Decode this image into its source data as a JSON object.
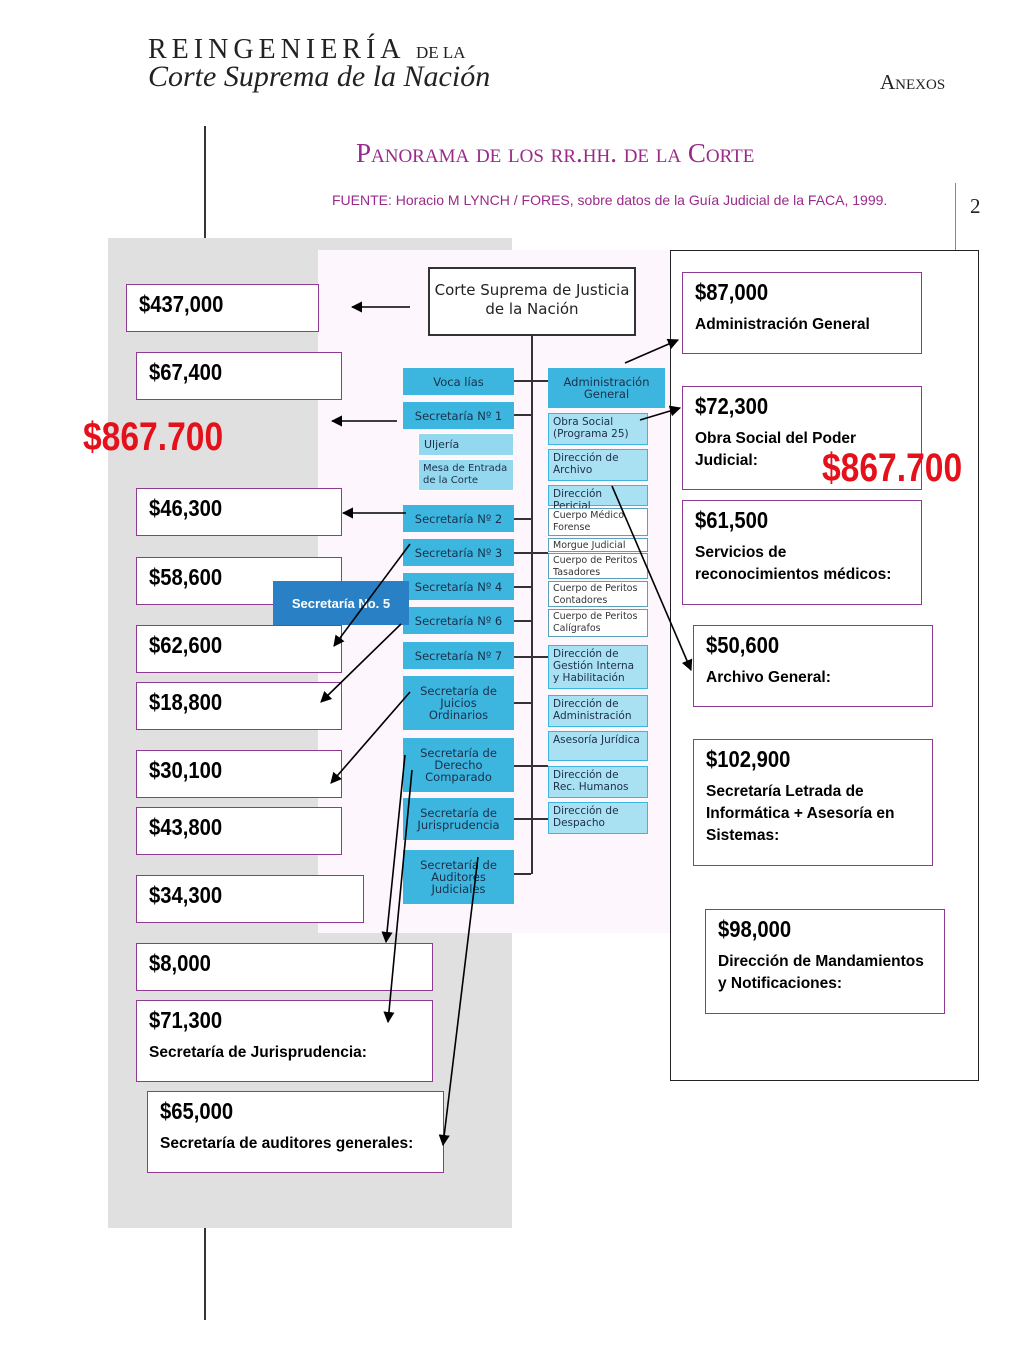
{
  "header": {
    "title_main": "Reingeniería",
    "title_small": "de la",
    "subtitle": "Corte Suprema de la Nación",
    "section": "Anexos",
    "page_number": "2"
  },
  "slide": {
    "title": "Panorama de los rr.hh. de la Corte",
    "source": "FUENTE: Horacio M LYNCH / FORES, sobre datos de la Guía Judicial de la FACA, 1999."
  },
  "totals": {
    "left": "$867.700",
    "right": "$867.700"
  },
  "left_boxes": [
    {
      "amount": "$437,000"
    },
    {
      "amount": "$67,400"
    },
    {
      "amount": "$46,300"
    },
    {
      "amount": "$58,600"
    },
    {
      "amount": "$62,600"
    },
    {
      "amount": "$18,800"
    },
    {
      "amount": "$30,100"
    },
    {
      "amount": "$43,800"
    },
    {
      "amount": "$34,300"
    },
    {
      "amount": "$8,000"
    },
    {
      "amount": "$71,300",
      "label": "Secretaría de Jurisprudencia:"
    },
    {
      "amount": "$65,000",
      "label": "Secretaría de auditores generales:"
    }
  ],
  "right_boxes": [
    {
      "amount": "$87,000",
      "label": "Administración General"
    },
    {
      "amount": "$72,300",
      "label": "Obra Social del Poder Judicial:"
    },
    {
      "amount": "$61,500",
      "label": "Servicios de reconocimientos médicos:"
    },
    {
      "amount": "$50,600",
      "label": "Archivo General:"
    },
    {
      "amount": "$102,900",
      "label": "Secretaría Letrada de Informática +  Asesoría en Sistemas:"
    },
    {
      "amount": "$98,000",
      "label": "Dirección de Mandamientos y Notificaciones:"
    }
  ],
  "secretaria5_label": "Secretaría No. 5",
  "org_chart": {
    "top": "Corte Suprema de Justicia de la Nación",
    "left_column": [
      "Voca lías",
      "Secretaría Nº 1",
      "Uljería",
      "Mesa de Entrada de la Corte",
      "Secretaría Nº 2",
      "Secretaría Nº 3",
      "Secretaría Nº 4",
      "Secretaría Nº 6",
      "Secretaría Nº 7",
      "Secretaría de Juicios Ordinarios",
      "Secretaría de Derecho Comparado",
      "Secretaría de Jurisprudencia",
      "Secretaría de Auditores Judiciales"
    ],
    "right_column": [
      "Administración General",
      "Obra Social (Programa 25)",
      "Dirección de Archivo",
      "Dirección Pericial",
      "Cuerpo Médico Forense",
      "Morgue Judicial",
      "Cuerpo de Peritos Tasadores",
      "Cuerpo de Peritos Contadores",
      "Cuerpo de Peritos Calígrafos",
      "Dirección de Gestión Interna y Habilitación",
      "Dirección de Administración",
      "Asesoría Jurídica",
      "Dirección de Rec. Humanos",
      "Dirección de Despacho"
    ]
  }
}
